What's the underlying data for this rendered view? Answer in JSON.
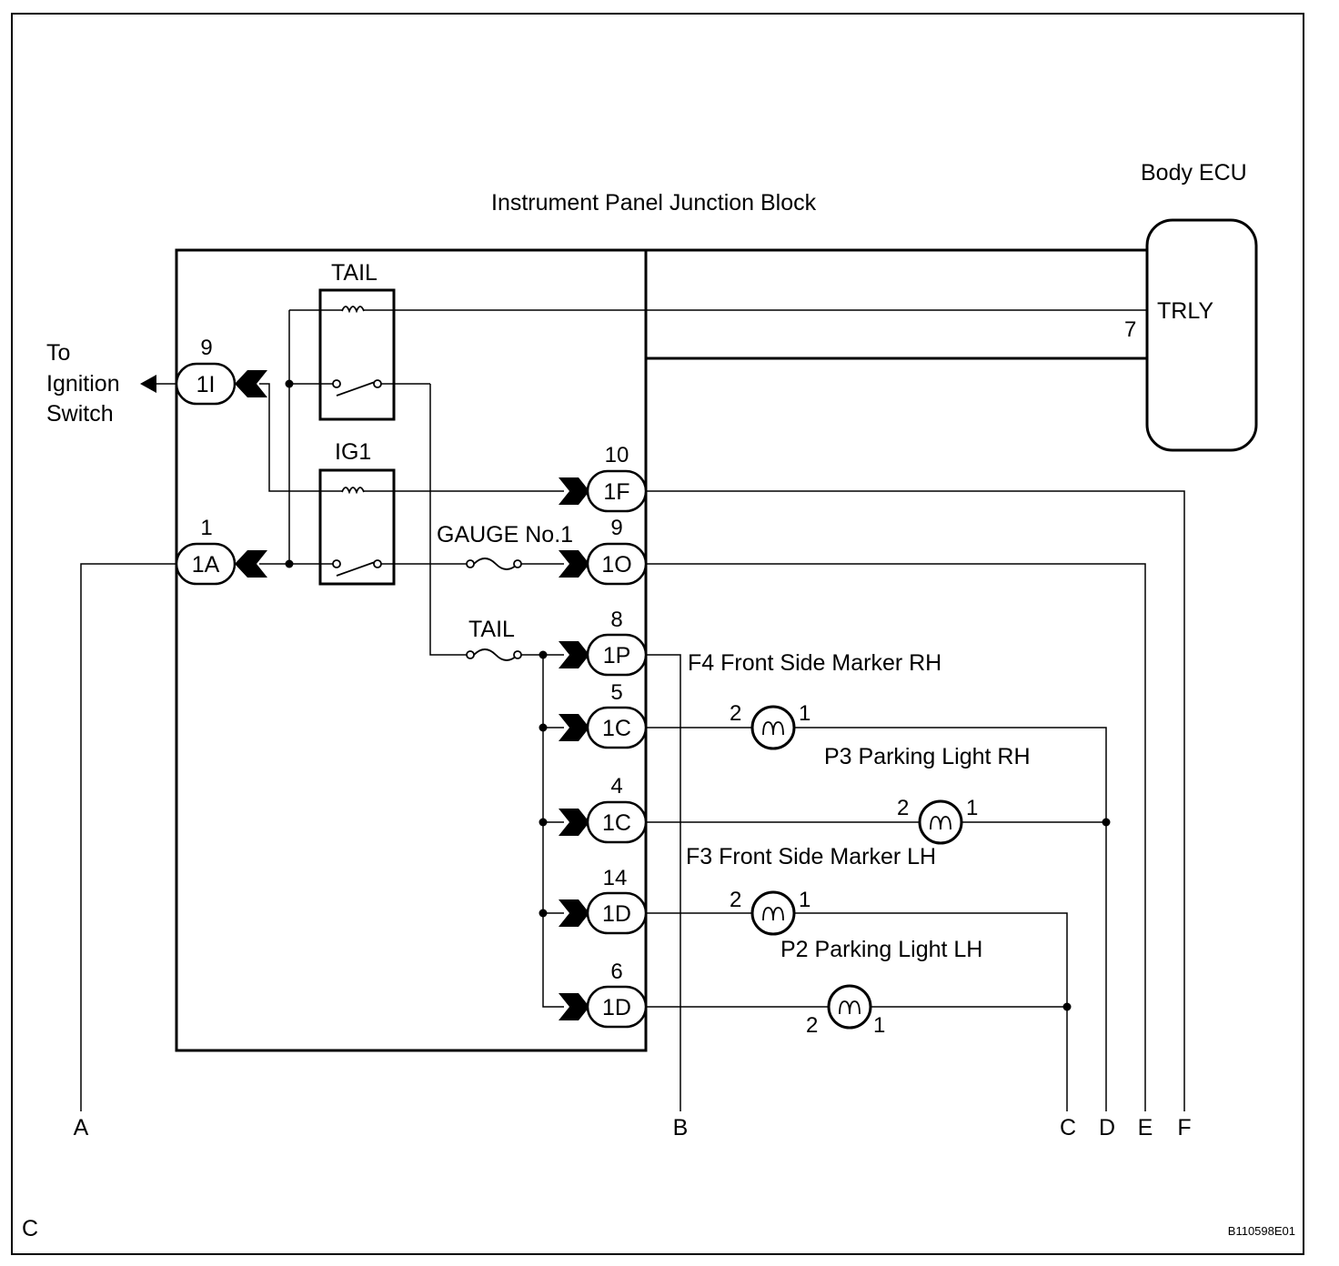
{
  "corner_label": "C",
  "figure_code": "B110598E01",
  "junction_block": {
    "title": "Instrument Panel Junction Block"
  },
  "body_ecu": {
    "title": "Body ECU",
    "terminal_label": "TRLY",
    "pin": "7"
  },
  "ignition": {
    "lines": [
      "To",
      "Ignition",
      "Switch"
    ]
  },
  "relays": {
    "tail": "TAIL",
    "ig1": "IG1"
  },
  "fuses": {
    "gauge": "GAUGE No.1",
    "tail": "TAIL"
  },
  "connectors": [
    {
      "pin": "9",
      "id": "1I"
    },
    {
      "pin": "1",
      "id": "1A"
    },
    {
      "pin": "10",
      "id": "1F"
    },
    {
      "pin": "9",
      "id": "1O"
    },
    {
      "pin": "8",
      "id": "1P"
    },
    {
      "pin": "5",
      "id": "1C"
    },
    {
      "pin": "4",
      "id": "1C"
    },
    {
      "pin": "14",
      "id": "1D"
    },
    {
      "pin": "6",
      "id": "1D"
    }
  ],
  "lamps": [
    {
      "label": "F4 Front Side Marker RH"
    },
    {
      "label": "P3 Parking Light RH",
      "pin_a": "2",
      "pin_b": "1"
    },
    {
      "label": "F3 Front Side Marker LH",
      "pin_a": "2",
      "pin_b": "1"
    },
    {
      "label": "P2 Parking Light LH",
      "pin_a": "2",
      "pin_b": "1"
    },
    {
      "pin_a": "2",
      "pin_b": "1"
    }
  ],
  "ends": [
    "A",
    "B",
    "C",
    "D",
    "E",
    "F"
  ],
  "colors": {
    "line": "#000000",
    "background": "#ffffff"
  }
}
